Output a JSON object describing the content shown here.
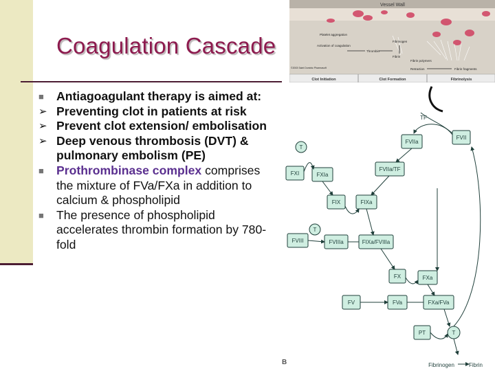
{
  "slide": {
    "title": "Coagulation Cascade",
    "bullets": [
      {
        "marker": "square",
        "parts": [
          {
            "text": "Antiagoagulant therapy is aimed at:",
            "style": "bold"
          }
        ]
      },
      {
        "marker": "arrow",
        "parts": [
          {
            "text": "Preventing clot in patients at risk",
            "style": "bold"
          }
        ]
      },
      {
        "marker": "arrow",
        "parts": [
          {
            "text": "Prevent clot extension/ embolisation",
            "style": "bold"
          }
        ]
      },
      {
        "marker": "arrow",
        "parts": [
          {
            "text": "Deep venous thrombosis (DVT) & pulmonary embolism (PE)",
            "style": "bold"
          }
        ]
      },
      {
        "marker": "square",
        "parts": [
          {
            "text": "Prothrombinase complex",
            "style": "bold-purple"
          },
          {
            "text": " comprises the mixture of FVa/FXa in addition to calcium & phospholipid",
            "style": "normal"
          }
        ]
      },
      {
        "marker": "square",
        "parts": [
          {
            "text": "The presence of phospholipid accelerates thrombin formation by 780-fold",
            "style": "normal"
          }
        ]
      }
    ]
  },
  "vessel_figure": {
    "header": "Vessel Wall",
    "labels": {
      "platelet": "Platelet aggregation",
      "activation": "Activation of coagulation",
      "thrombin": "Thrombin",
      "fibrinogen": "Fibrinogen",
      "fibrin": "Fibrin",
      "fibrin_polymers": "Fibrin polymers",
      "retraction": "Retraction",
      "fibrin_fragments": "Fibrin fragments"
    },
    "copyright": "©2003 Saint Dominic Pharmasoft",
    "stages": [
      "Clot Initiation",
      "Clot Formation",
      "Fibrinolysis"
    ]
  },
  "pathway_figure": {
    "nodes": {
      "tf": "TF",
      "fvii": "FVII",
      "fviia": "FVIIa",
      "t1": "T",
      "fxi": "FXI",
      "fxia": "FXIa",
      "fviia_tf": "FVIIa/TF",
      "fix": "FIX",
      "fixa": "FIXa",
      "t2": "T",
      "fviii": "FVIII",
      "fviiia": "FVIIIa",
      "fixa_fviiia": "FIXa/FVIIIa",
      "fx": "FX",
      "fxa": "FXa",
      "fv": "FV",
      "fva": "FVa",
      "fxa_fva": "FXa/FVa",
      "pt": "PT",
      "t3": "T",
      "fibrinogen": "Fibrinogen",
      "fibrin": "Fibrin"
    },
    "corner_letter": "B",
    "colors": {
      "box_fill": "#cfeee1",
      "stroke": "#1f3f3a"
    }
  }
}
